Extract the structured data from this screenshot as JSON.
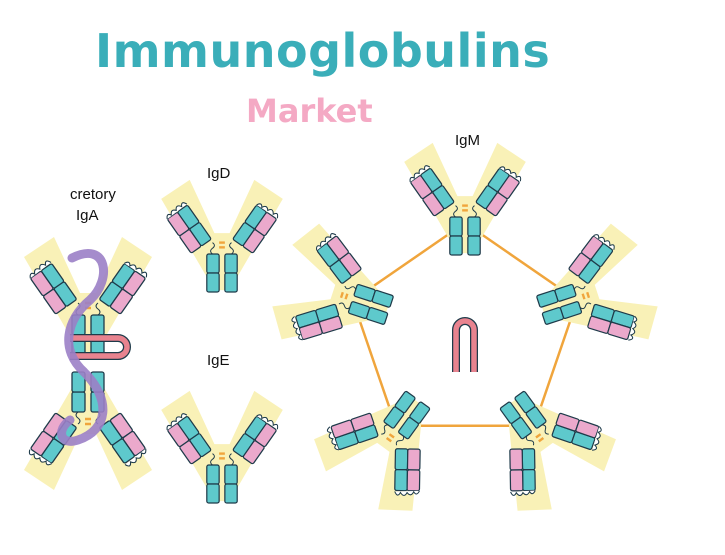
{
  "title": "Immunoglobulins",
  "subtitle": "Market",
  "labels": {
    "secretory_line1": "cretory",
    "secretory_line2": "IgA",
    "igd": "IgD",
    "ige": "IgE",
    "igm": "IgM"
  },
  "colors": {
    "title": "#3aaeb9",
    "subtitle": "#f4a9c4",
    "antigen_zone": "#f9f1b7",
    "heavy_chain": "#5ec9cc",
    "light_chain": "#eba9cc",
    "outline": "#1f3b4a",
    "disulfide_bond": "#f0a53c",
    "secretory_component": "#9b7fc7",
    "j_chain": "#e8838f"
  }
}
